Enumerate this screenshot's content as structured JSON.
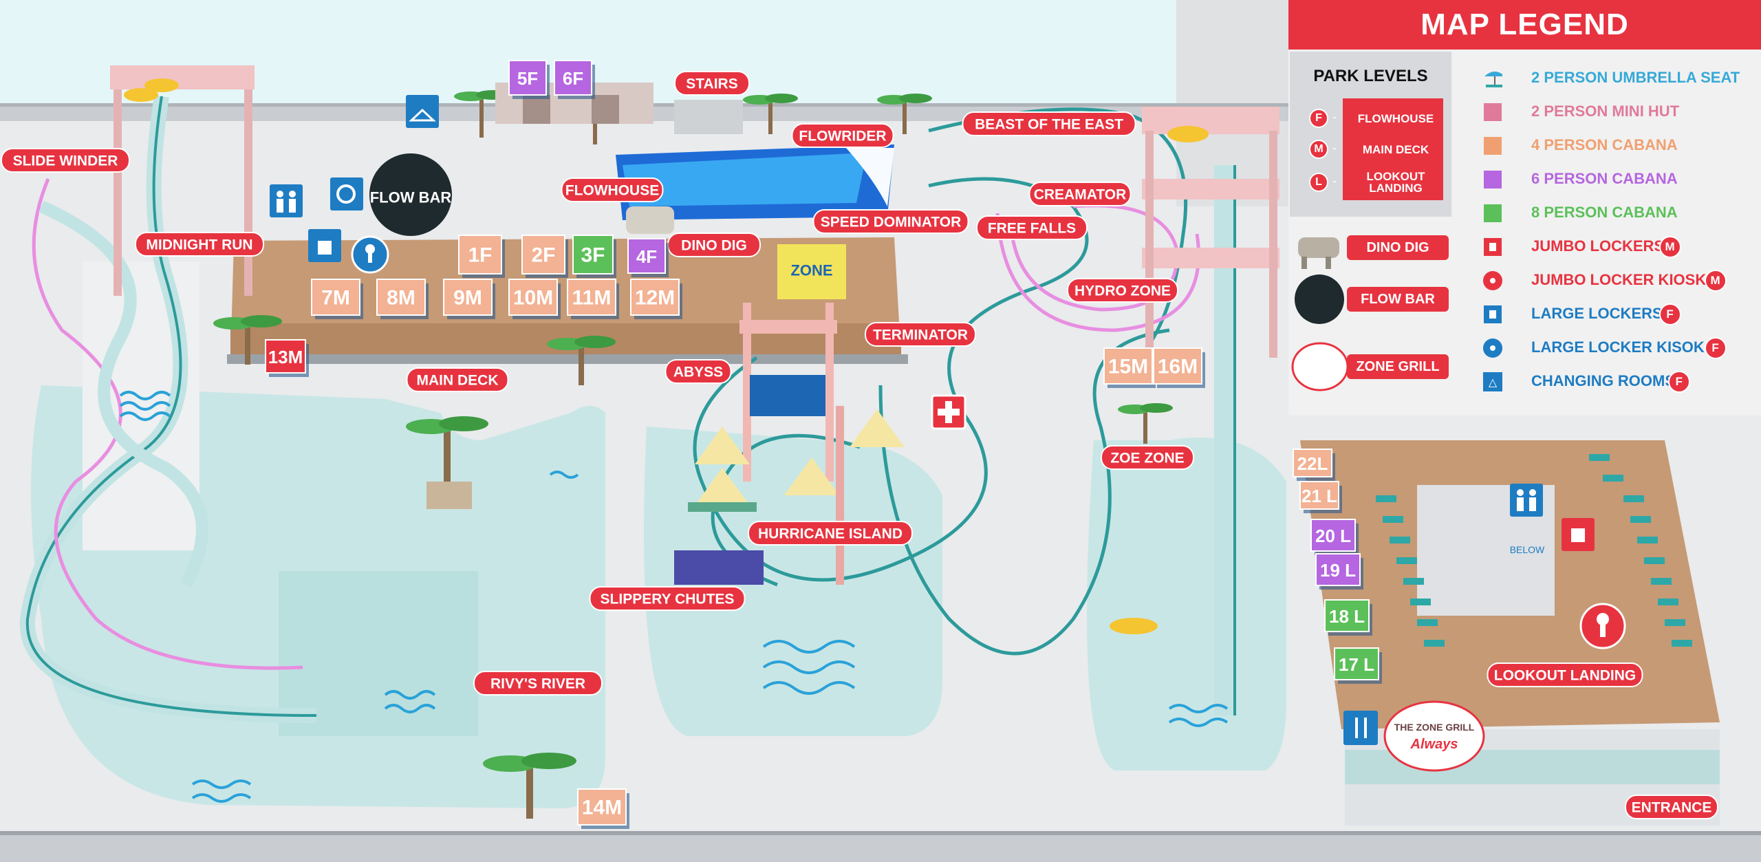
{
  "legend": {
    "title": "MAP LEGEND",
    "park_levels": {
      "title": "PARK LEVELS",
      "levels": [
        {
          "code": "F",
          "name": "FLOWHOUSE"
        },
        {
          "code": "M",
          "name": "MAIN DECK"
        },
        {
          "code": "L",
          "name": "LOOKOUT LANDING"
        }
      ]
    },
    "features": [
      {
        "name": "DINO DIG",
        "icon": "dinosaur-skeleton-icon"
      },
      {
        "name": "FLOW BAR",
        "icon": "flow-bar-logo"
      },
      {
        "name": "ZONE GRILL",
        "icon": "zone-grill-logo"
      }
    ],
    "items": [
      {
        "label": "2 PERSON UMBRELLA SEAT",
        "color": "#36a9d8",
        "icon": "umbrella-seat-icon",
        "level": ""
      },
      {
        "label": "2 PERSON MINI HUT",
        "color": "#e07a9a",
        "icon": "mini-hut-swatch",
        "level": ""
      },
      {
        "label": "4 PERSON CABANA",
        "color": "#f0a070",
        "icon": "cabana-4-swatch",
        "level": ""
      },
      {
        "label": "6 PERSON CABANA",
        "color": "#b566e0",
        "icon": "cabana-6-swatch",
        "level": ""
      },
      {
        "label": "8 PERSON CABANA",
        "color": "#5cc05a",
        "icon": "cabana-8-swatch",
        "level": ""
      },
      {
        "label": "JUMBO LOCKERS",
        "color": "#e73340",
        "icon": "jumbo-locker-icon",
        "level": "M"
      },
      {
        "label": "JUMBO LOCKER KIOSK",
        "color": "#e73340",
        "icon": "jumbo-kiosk-icon",
        "level": "M"
      },
      {
        "label": "LARGE LOCKERS",
        "color": "#1e7cc3",
        "icon": "large-locker-icon",
        "level": "F"
      },
      {
        "label": "LARGE LOCKER KISOK",
        "color": "#1e7cc3",
        "icon": "large-kiosk-icon",
        "level": "F"
      },
      {
        "label": "CHANGING ROOMS",
        "color": "#1e7cc3",
        "icon": "hanger-icon",
        "level": "F"
      }
    ]
  },
  "attractions": [
    {
      "name": "SLIDE WINDER"
    },
    {
      "name": "MIDNIGHT RUN"
    },
    {
      "name": "FLOWHOUSE"
    },
    {
      "name": "STAIRS"
    },
    {
      "name": "FLOWRIDER"
    },
    {
      "name": "BEAST OF THE EAST"
    },
    {
      "name": "CREAMATOR"
    },
    {
      "name": "FREE FALLS"
    },
    {
      "name": "SPEED DOMINATOR"
    },
    {
      "name": "DINO DIG"
    },
    {
      "name": "HYDRO ZONE"
    },
    {
      "name": "TERMINATOR"
    },
    {
      "name": "ABYSS"
    },
    {
      "name": "MAIN DECK"
    },
    {
      "name": "ZOE ZONE"
    },
    {
      "name": "HURRICANE ISLAND"
    },
    {
      "name": "SLIPPERY CHUTES"
    },
    {
      "name": "RIVY'S RIVER"
    },
    {
      "name": "LOOKOUT LANDING"
    },
    {
      "name": "ENTRANCE"
    }
  ],
  "spots": {
    "purple_f": [
      "5F",
      "6F",
      "4F"
    ],
    "peach_f": [
      "1F",
      "2F"
    ],
    "green_f": [
      "3F"
    ],
    "peach_m": [
      "7M",
      "8M",
      "9M",
      "10M",
      "11M",
      "12M",
      "15M",
      "16M",
      "14M"
    ],
    "red_m": [
      "13M"
    ],
    "peach_l": [
      "22L",
      "21 L"
    ],
    "purple_l": [
      "20 L",
      "19 L"
    ],
    "green_l": [
      "18 L",
      "17 L"
    ]
  },
  "misc": {
    "below_label": "BELOW",
    "flow_bar_logo": "FLOW BAR",
    "zone_logo": "ZONE",
    "grill_logo_top": "THE ZONE GRILL",
    "grill_logo_script": "Always"
  }
}
